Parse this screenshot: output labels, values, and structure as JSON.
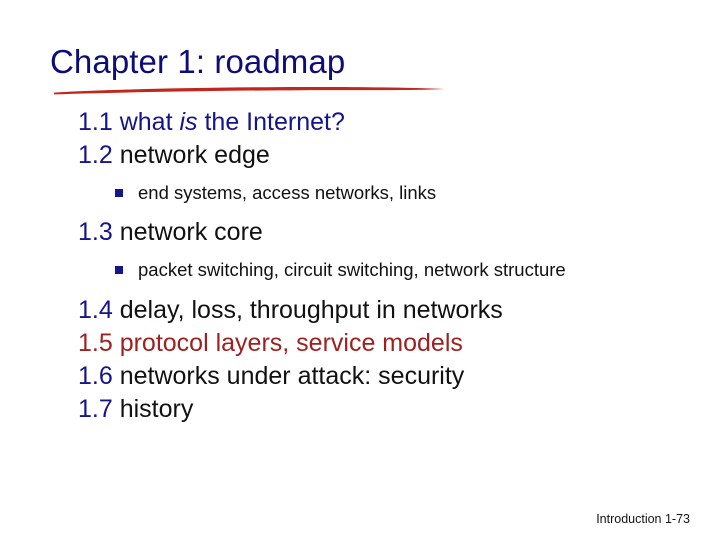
{
  "slide": {
    "title": "Chapter 1: roadmap",
    "title_color": "#0d0d7a",
    "underline_color": "#c0271d",
    "background_color": "#ffffff",
    "accent_red": "#9e2020",
    "number_navy": "#14148c",
    "body_black": "#111111"
  },
  "outline": [
    {
      "number": "1.1 ",
      "text_before_italic": "what ",
      "italic": "is",
      "text_after_italic": " the Internet?",
      "style": "all-navy"
    },
    {
      "number": "1.2 ",
      "text": "network edge",
      "style": "navy-number"
    },
    {
      "number": "1.3 ",
      "text": "network core",
      "style": "navy-number"
    },
    {
      "number": "1.4 ",
      "text": "delay, loss, throughput in networks",
      "style": "navy-number"
    },
    {
      "number": "1.5 ",
      "text": "protocol layers, service models",
      "style": "accent-red"
    },
    {
      "number": "1.6 ",
      "text": "networks under attack: security",
      "style": "navy-number"
    },
    {
      "number": "1.7 ",
      "text": "history",
      "style": "navy-number"
    }
  ],
  "subbullets": {
    "group_edge": "end systems, access networks, links",
    "group_core": "packet switching, circuit switching, network structure"
  },
  "footer": {
    "text": "Introduction 1-73"
  }
}
